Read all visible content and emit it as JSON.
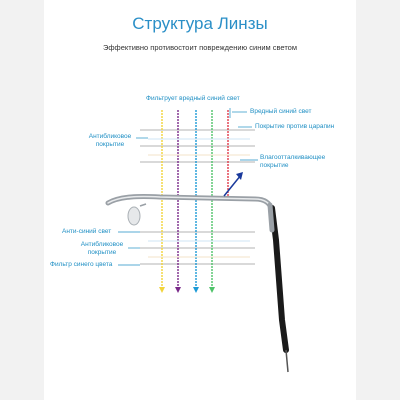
{
  "title": "Структура Линзы",
  "subtitle": "Эффективно противостоит повреждению синим светом",
  "labels": {
    "top": "Фильтрует вредный синий свет",
    "harmful_blue": "Вредный синий свет",
    "scratch": "Покрытие против царапин",
    "antiglare_top_1": "Антибликовое",
    "antiglare_top_2": "покрытие",
    "water_1": "Влагоотталкивающее",
    "water_2": "покрытие",
    "anti_blue": "Анти-синий свет",
    "antiglare_bottom_1": "Антибликовое",
    "antiglare_bottom_2": "покрытие",
    "blue_filter": "Фильтр синего цвета"
  },
  "colors": {
    "accent": "#1f8fc4",
    "ray_colors": [
      "#f2d43a",
      "#7a2a8a",
      "#1c9ad6",
      "#4fc36a",
      "#e03a4a"
    ]
  }
}
